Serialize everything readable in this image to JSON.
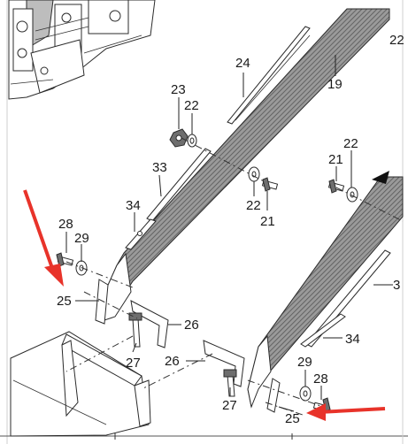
{
  "diagram": {
    "callouts": {
      "c19": "19",
      "c21a": "21",
      "c21b": "21",
      "c22a": "22",
      "c22b": "22",
      "c22c": "22",
      "c22d": "22",
      "c23": "23",
      "c24": "24",
      "c25a": "25",
      "c25b": "25",
      "c26a": "26",
      "c26b": "26",
      "c27a": "27",
      "c27b": "27",
      "c28a": "28",
      "c28b": "28",
      "c29a": "29",
      "c29b": "29",
      "c33": "33",
      "c34a": "34",
      "c34b": "34",
      "c3x": "3"
    },
    "colors": {
      "arrow": "#e8332a",
      "hatch": "#7a7a7a",
      "line": "#2b2b2b"
    }
  }
}
